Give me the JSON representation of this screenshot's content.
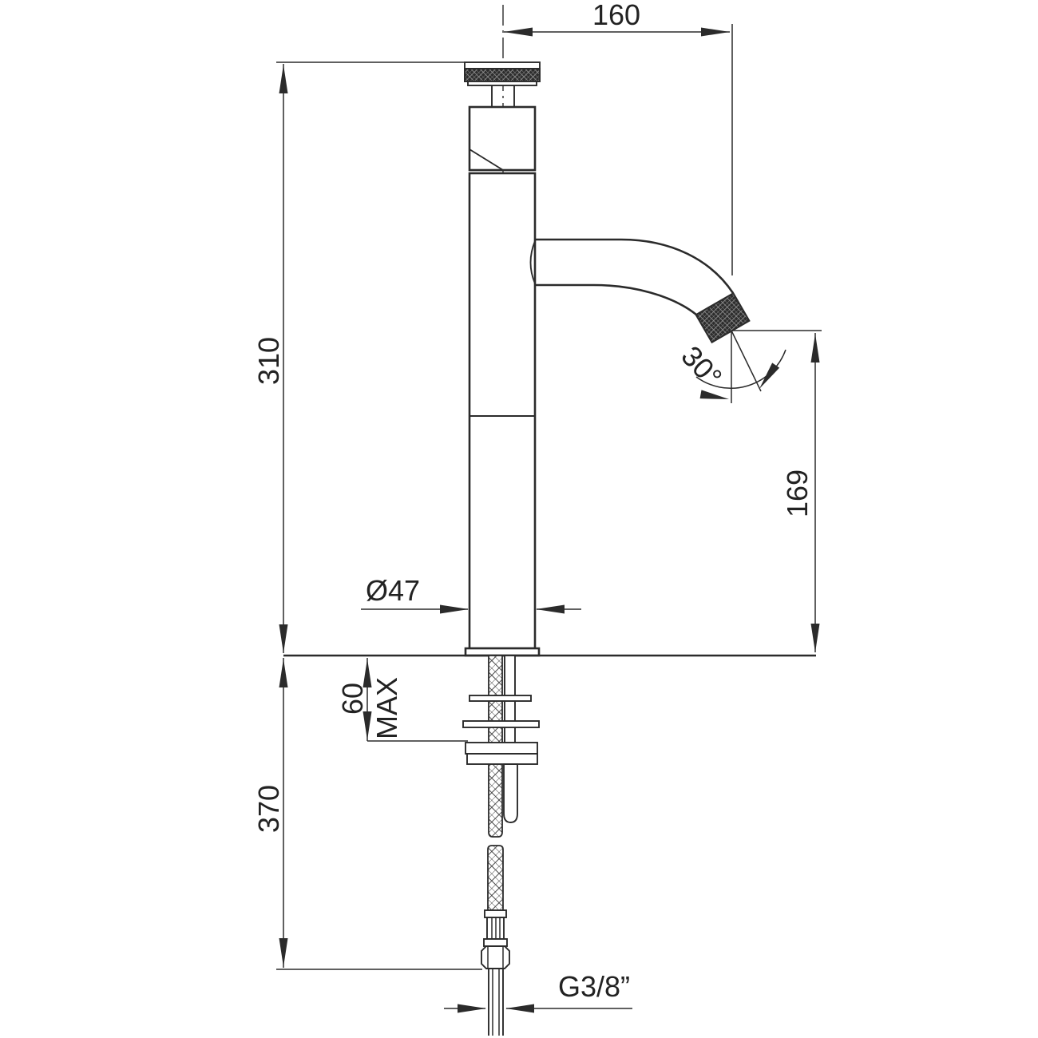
{
  "drawing": {
    "subject": "Tall single-hole basin tap — dimensioned side elevation",
    "background": "#ffffff",
    "line_color": "#2b2b2b",
    "dimensions": {
      "spout_reach": "160",
      "height_above_deck": "310",
      "outlet_height_above_deck": "169",
      "spout_outlet_angle": "30°",
      "body_diameter": "Ø47",
      "max_deck_thickness_value": "60",
      "max_deck_thickness_label": "MAX",
      "below_deck_length": "370",
      "supply_connection_thread": "G3/8”"
    }
  }
}
